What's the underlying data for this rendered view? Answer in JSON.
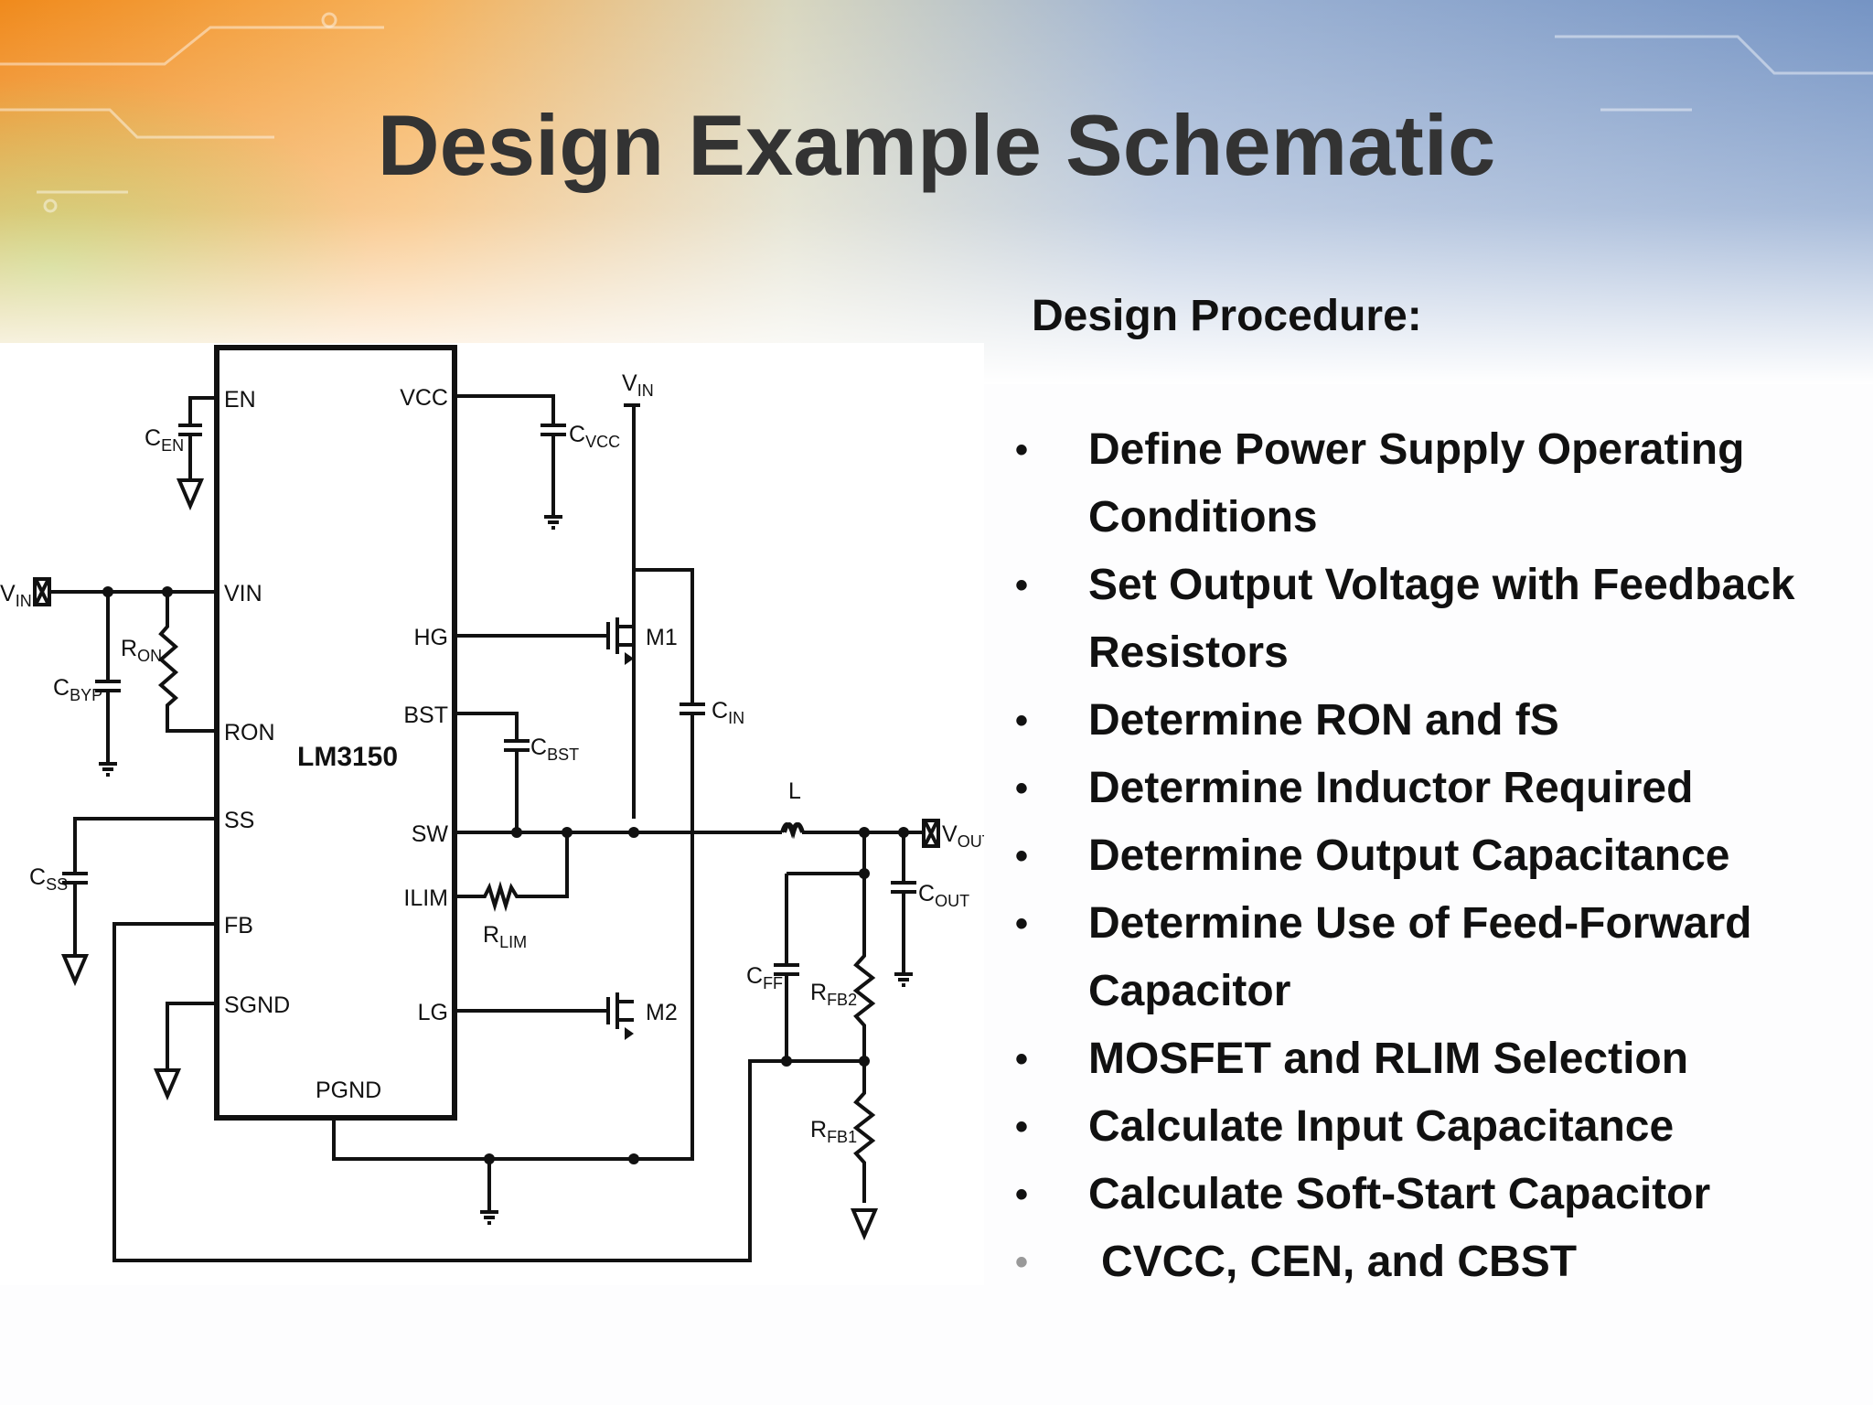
{
  "slide": {
    "title": "Design Example Schematic",
    "procedure_heading": "Design Procedure:",
    "procedure_items": [
      "Define Power Supply Operating Conditions",
      "Set Output Voltage with Feedback Resistors",
      "Determine RON and fS",
      "Determine Inductor Required",
      "Determine Output Capacitance",
      "Determine Use of Feed-Forward Capacitor",
      "MOSFET and RLIM Selection",
      "Calculate Input Capacitance",
      "Calculate Soft-Start Capacitor",
      "CVCC, CEN, and CBST"
    ],
    "bullet_glyph": "•"
  },
  "schematic": {
    "ic_name": "LM3150",
    "pins_left": [
      "EN",
      "VIN",
      "RON",
      "SS",
      "FB",
      "SGND"
    ],
    "pins_right": [
      "VCC",
      "HG",
      "BST",
      "SW",
      "ILIM",
      "LG"
    ],
    "pin_bottom": "PGND",
    "components": {
      "cen": {
        "main": "C",
        "sub": "EN"
      },
      "cvcc": {
        "main": "C",
        "sub": "VCC"
      },
      "vin_top": {
        "main": "V",
        "sub": "IN"
      },
      "vin_left": {
        "main": "V",
        "sub": "IN"
      },
      "ron": {
        "main": "R",
        "sub": "ON"
      },
      "cbyp": {
        "main": "C",
        "sub": "BYP"
      },
      "cin": {
        "main": "C",
        "sub": "IN"
      },
      "cbst": {
        "main": "C",
        "sub": "BST"
      },
      "css": {
        "main": "C",
        "sub": "SS"
      },
      "rlim": {
        "main": "R",
        "sub": "LIM"
      },
      "cff": {
        "main": "C",
        "sub": "FF"
      },
      "rfb2": {
        "main": "R",
        "sub": "FB2"
      },
      "rfb1": {
        "main": "R",
        "sub": "FB1"
      },
      "cout": {
        "main": "C",
        "sub": "OUT"
      },
      "vout": {
        "main": "V",
        "sub": "OUT"
      },
      "inductor": "L",
      "m1": "M1",
      "m2": "M2"
    }
  },
  "colors": {
    "title": "#333333",
    "text": "#111111",
    "wire": "#111111",
    "bg_orange": "#f0922a",
    "bg_blue": "#7f9cc6"
  }
}
